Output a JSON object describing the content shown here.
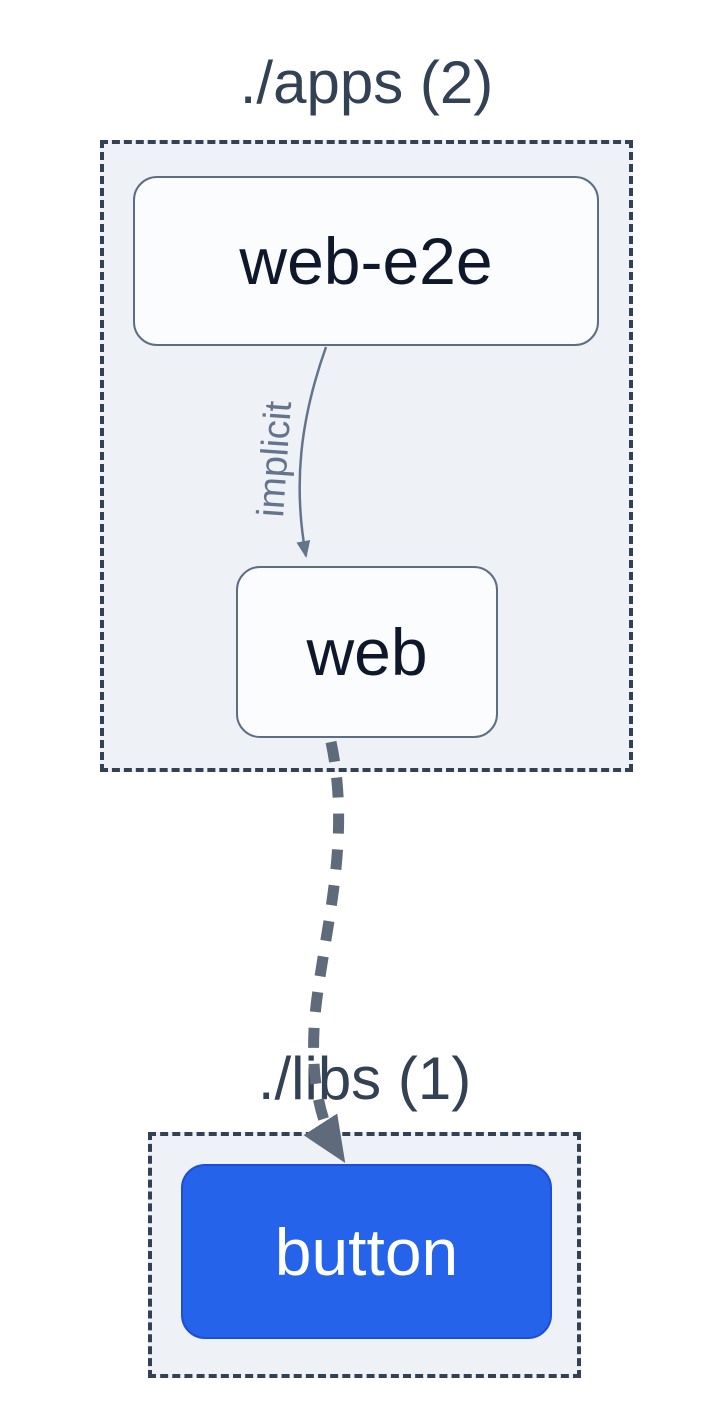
{
  "graph": {
    "clusters": {
      "apps": {
        "title": "./apps (2)"
      },
      "libs": {
        "title": "./libs (1)"
      }
    },
    "nodes": {
      "web_e2e": {
        "label": "web-e2e"
      },
      "web": {
        "label": "web"
      },
      "button": {
        "label": "button"
      }
    },
    "edges": {
      "web_e2e_to_web": {
        "label": "implicit"
      },
      "web_to_button": {
        "label": ""
      }
    },
    "colors": {
      "cluster_background": "#eef2f7",
      "cluster_border": "#334155",
      "node_background": "#fafcfe",
      "node_border": "#5e6e82",
      "node_text": "#0f172a",
      "title_text": "#334155",
      "edge": "#64748b",
      "focused_node_background": "#2563eb",
      "focused_node_text": "#ffffff"
    }
  }
}
